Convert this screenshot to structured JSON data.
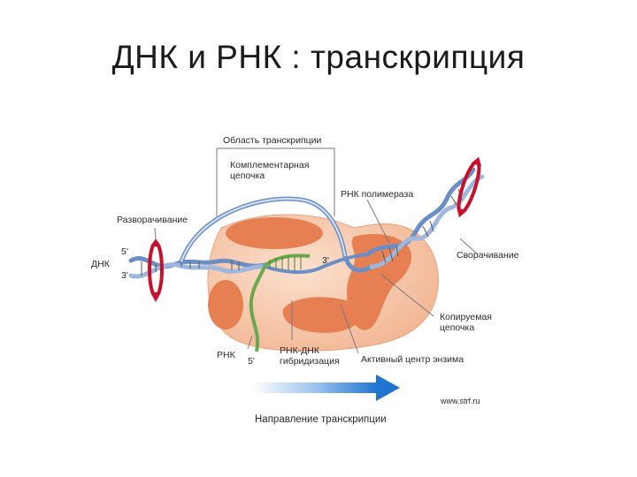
{
  "title": "ДНК и РНК : транскрипция",
  "labels": {
    "transcription_region": "Область транскрипции",
    "complementary_strand_1": "Комплементарная",
    "complementary_strand_2": "цепочка",
    "rna_polymerase": "РНК полимераза",
    "unwinding": "Разворачивание",
    "dna": "ДНК",
    "five_prime_left": "5'",
    "three_prime_left": "3'",
    "three_prime_mid": "3'",
    "rewinding": "Сворачивание",
    "template_strand_1": "Копируемая",
    "template_strand_2": "цепочка",
    "rna": "РНК",
    "five_prime_rna": "5'",
    "hybrid_1": "РНК-ДНК",
    "hybrid_2": "гибридизация",
    "active_site": "Активный центр энзима",
    "source": "www.strf.ru",
    "direction": "Направление транскрипции"
  },
  "colors": {
    "enzyme": "#e8865f",
    "enzyme_light": "#f6c9ae",
    "dna_blue": "#6b8fc4",
    "dna_light": "#d7e3f4",
    "rna_green": "#6aa84f",
    "rotation_red": "#c8102e",
    "arrow_blue": "#2b7fd6"
  }
}
